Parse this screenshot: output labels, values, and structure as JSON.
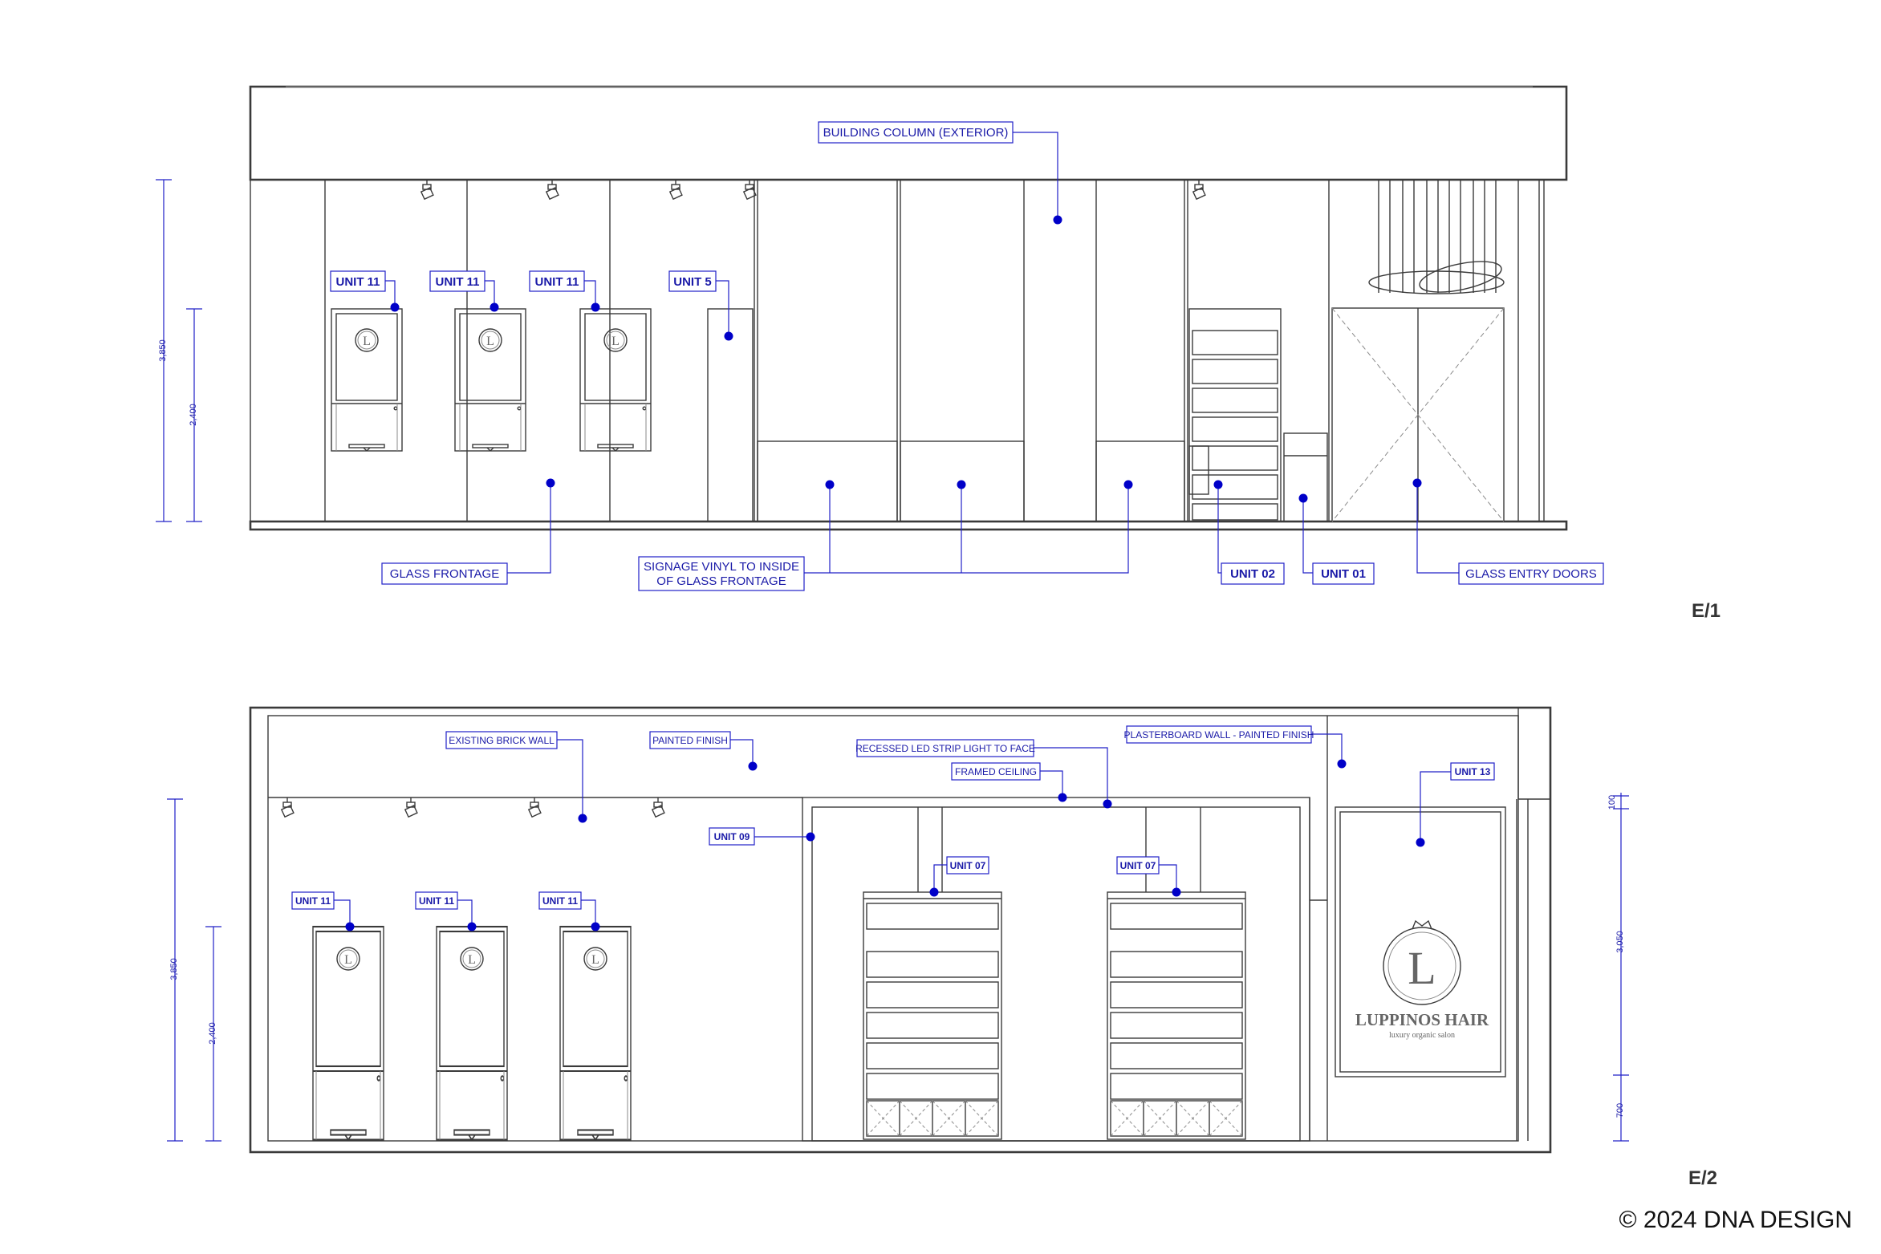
{
  "elevation_1": {
    "tag": "E/1",
    "labels": {
      "building_column": "BUILDING COLUMN (EXTERIOR)",
      "unit11_a": "UNIT 11",
      "unit11_b": "UNIT 11",
      "unit11_c": "UNIT 11",
      "unit5": "UNIT 5",
      "glass_frontage": "GLASS FRONTAGE",
      "signage_line1": "SIGNAGE VINYL TO INSIDE",
      "signage_line2": "OF GLASS FRONTAGE",
      "unit02": "UNIT 02",
      "unit01": "UNIT 01",
      "glass_entry_doors": "GLASS ENTRY DOORS"
    },
    "dimensions": {
      "overall": "3,850",
      "unit_height": "2,400"
    }
  },
  "elevation_2": {
    "tag": "E/2",
    "labels": {
      "existing_brick_wall": "EXISTING BRICK WALL",
      "painted_finish": "PAINTED FINISH",
      "recessed_led": "RECESSED LED STRIP LIGHT TO FACE",
      "framed_ceiling": "FRAMED CEILING",
      "plasterboard_wall": "PLASTERBOARD WALL - PAINTED FINISH",
      "unit13": "UNIT 13",
      "unit09": "UNIT 09",
      "unit07_a": "UNIT 07",
      "unit07_b": "UNIT 07",
      "unit11_a": "UNIT 11",
      "unit11_b": "UNIT 11",
      "unit11_c": "UNIT 11"
    },
    "dimensions": {
      "overall": "3,850",
      "unit_height": "2,400",
      "top": "100",
      "sign": "3,050",
      "bottom": "700"
    },
    "logo": {
      "letter": "L",
      "brand": "LUPPINOS HAIR",
      "tagline": "luxury organic salon"
    }
  },
  "cabinet_logo_letter": "L",
  "copyright": "© 2024 DNA DESIGN",
  "colors": {
    "annotation": "#2020c8",
    "line": "#3a3a3a",
    "column_fill": "#e6e6e6"
  }
}
